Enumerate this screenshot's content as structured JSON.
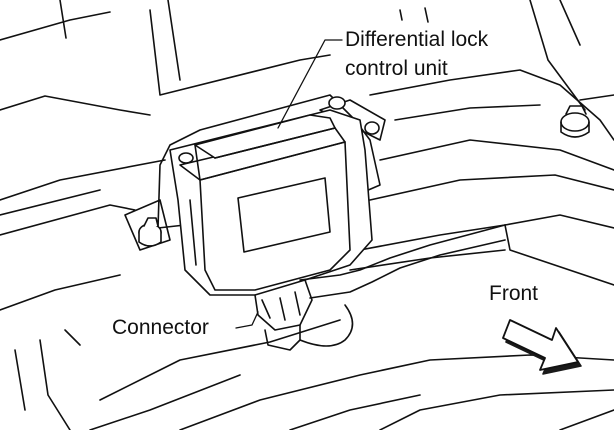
{
  "labels": {
    "unit_line1": "Differential lock",
    "unit_line2": "control unit",
    "connector": "Connector",
    "front": "Front"
  },
  "colors": {
    "ink": "#111111",
    "paper": "#ffffff",
    "arrow_shadow": "#1a1a1a"
  },
  "icons": {
    "direction": "front-direction-arrow-icon"
  }
}
